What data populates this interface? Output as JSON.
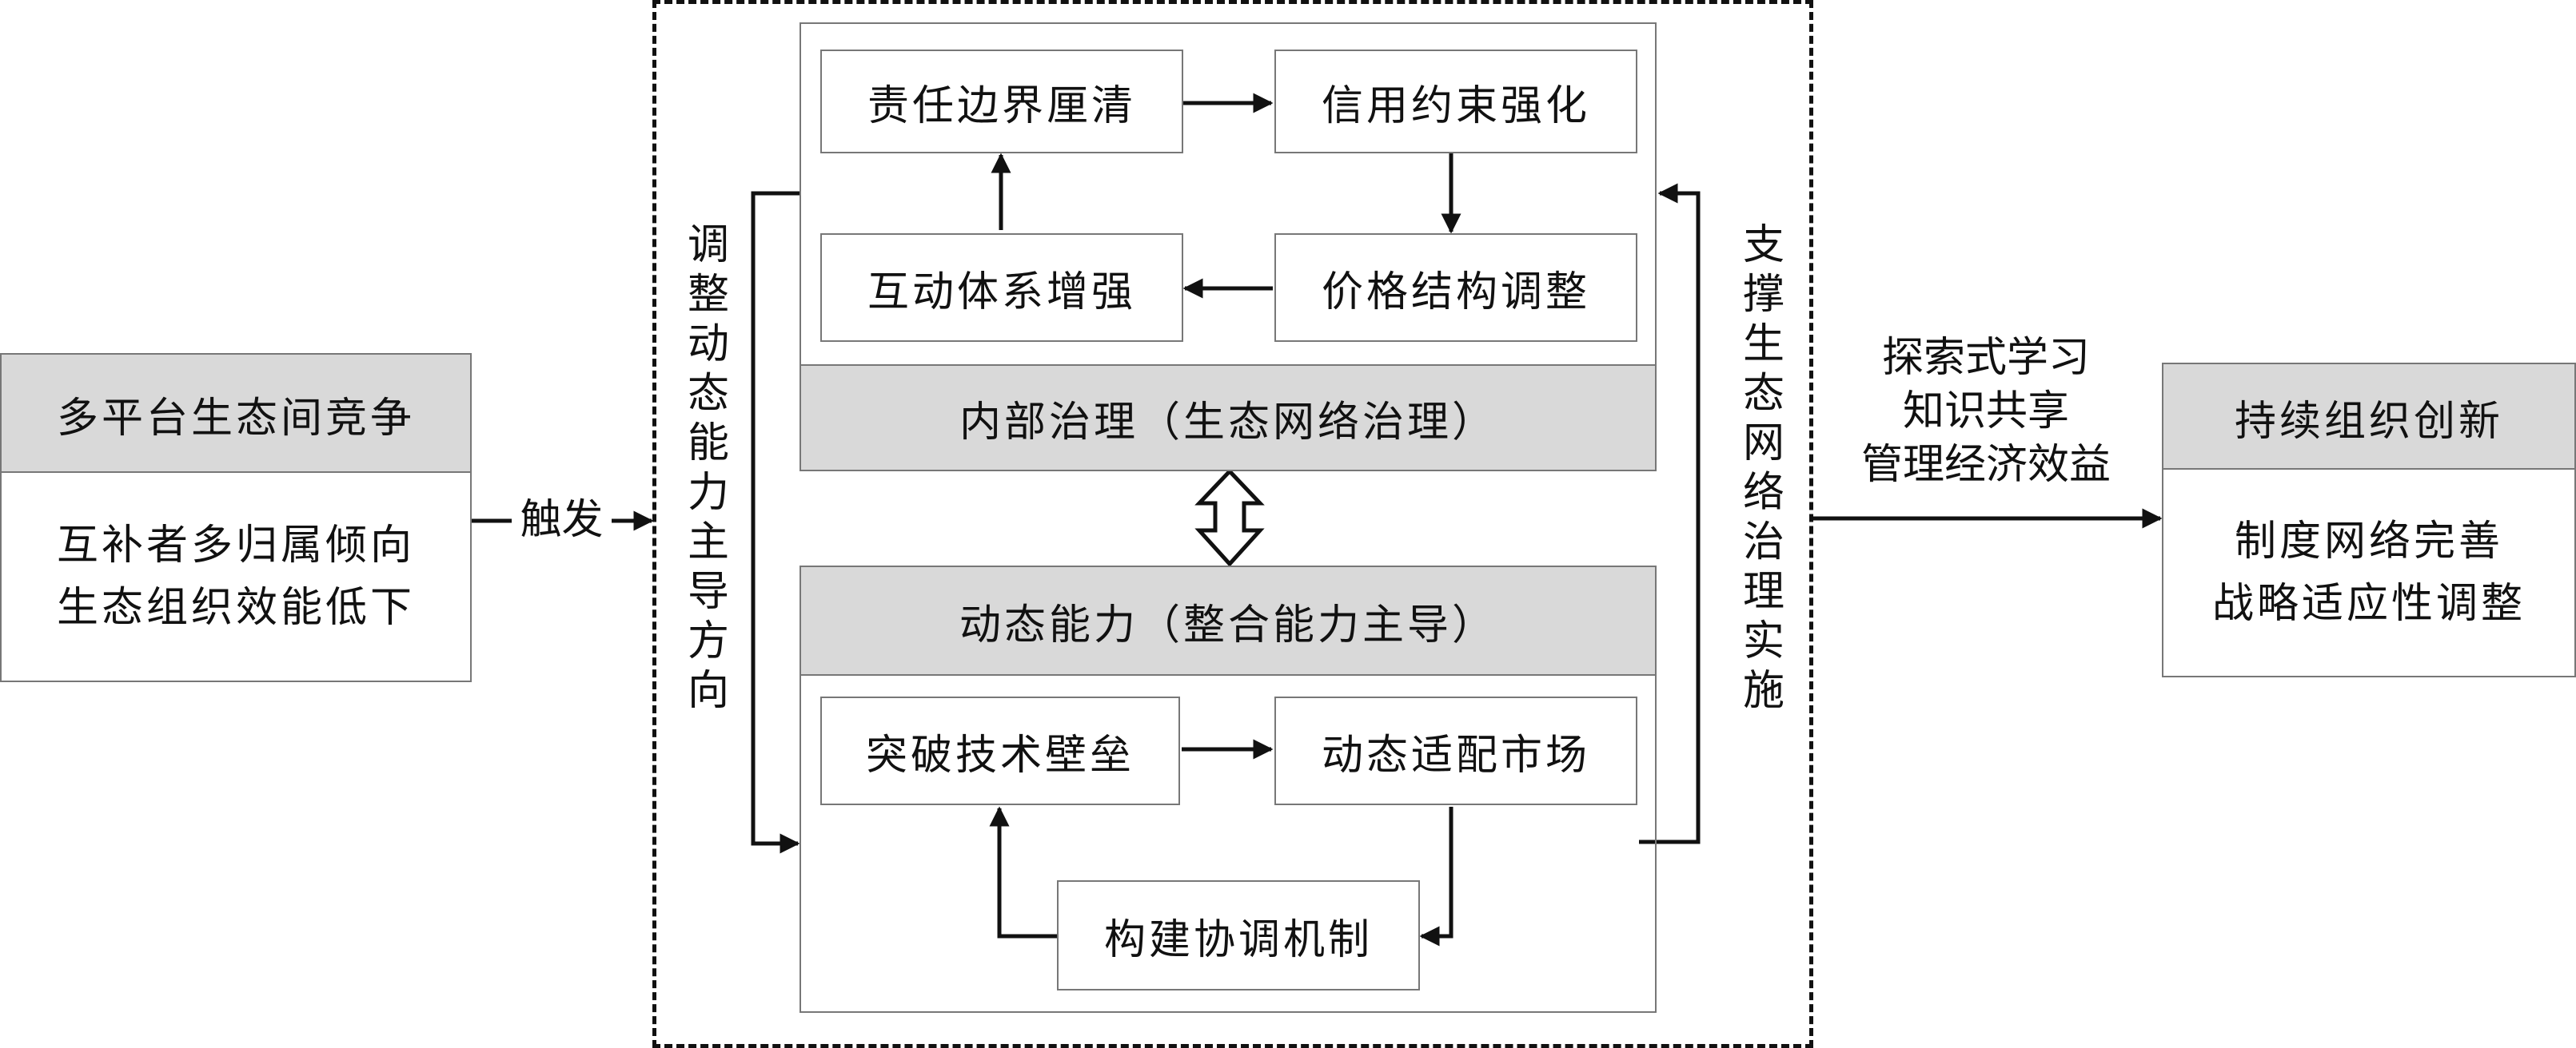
{
  "left": {
    "header": "多平台生态间竞争",
    "lines": [
      "互补者多归属倾向",
      "生态组织效能低下"
    ]
  },
  "trigger_label": "触发",
  "left_vertical_label": "调整动态能力主导方向",
  "right_vertical_label": "支撑生态网络治理实施",
  "governance": {
    "boxes": {
      "responsibility": "责任边界厘清",
      "credit": "信用约束强化",
      "interaction": "互动体系增强",
      "price": "价格结构调整"
    },
    "title": "内部治理（生态网络治理）"
  },
  "capability": {
    "title": "动态能力（整合能力主导）",
    "boxes": {
      "breakthrough": "突破技术壁垒",
      "adapt": "动态适配市场",
      "coordinate": "构建协调机制"
    }
  },
  "right_labels": [
    "探索式学习",
    "知识共享",
    "管理经济效益"
  ],
  "right": {
    "header": "持续组织创新",
    "lines": [
      "制度网络完善",
      "战略适应性调整"
    ]
  }
}
